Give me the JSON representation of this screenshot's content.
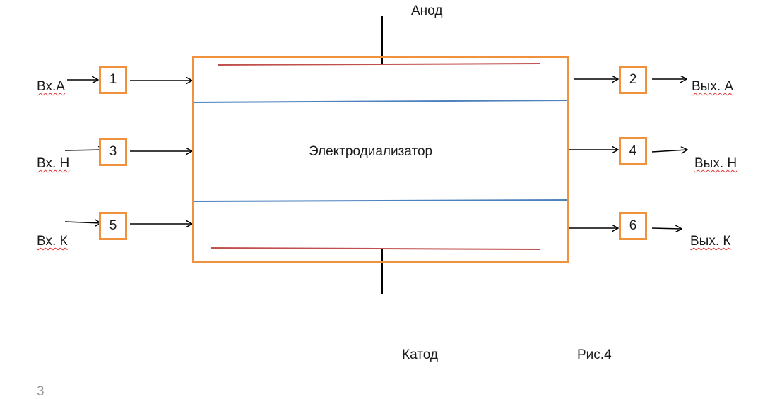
{
  "labels": {
    "anode": "Анод",
    "cathode": "Катод",
    "apparatus": "Электродиализатор",
    "figure": "Рис.4",
    "page_fragment": "3"
  },
  "inputs": [
    {
      "label": "Вх.А",
      "box": "1"
    },
    {
      "label": "Вх. Н",
      "box": "3"
    },
    {
      "label": "Вх. К",
      "box": "5"
    }
  ],
  "outputs": [
    {
      "label": "Вых. А",
      "box": "2"
    },
    {
      "label": "Вых. Н",
      "box": "4"
    },
    {
      "label": "Вых. К",
      "box": "6"
    }
  ],
  "colors": {
    "box_border": "#f0913e",
    "electrode": "#c0504d",
    "membrane": "#4f81bd",
    "arrow": "#000000"
  }
}
